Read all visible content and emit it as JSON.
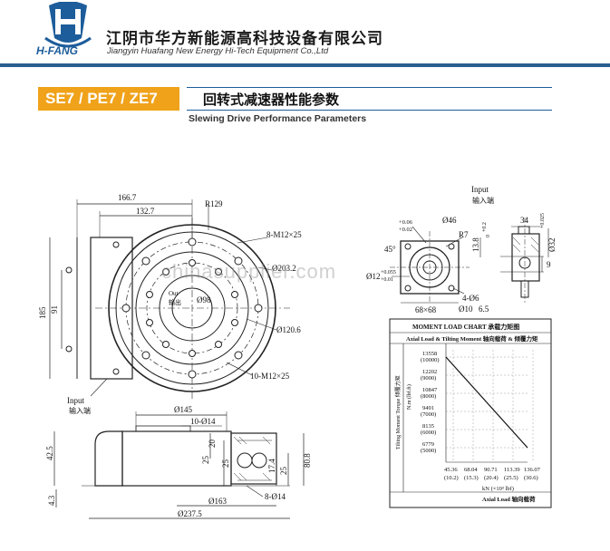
{
  "header": {
    "company_cn": "江阴市华方新能源高科技设备有限公司",
    "company_en": "Jiangyin Huafang New Energy Hi-Tech Equipment Co.,Ltd",
    "brand": "H-FANG",
    "rule_color": "#2a5f8f",
    "logo_color": "#1d5d9b"
  },
  "section": {
    "model_label": "SE7 / PE7 / ZE7",
    "model_bg": "#f0a21a",
    "title_cn": "回转式减速器性能参数",
    "title_en": "Slewing Drive Performance Parameters"
  },
  "front_view": {
    "dims": {
      "d166": "166.7",
      "d132": "132.7",
      "r129": "R129",
      "m8": "8-M12×25",
      "d203": "Ø203.2",
      "d98": "Ø98",
      "d120": "Ø120.6",
      "m10": "10-M12×25",
      "h91": "91",
      "h185": "185"
    },
    "input_en": "Input",
    "input_cn": "输入端",
    "inner_label_en": "Out",
    "inner_label_cn": "输出"
  },
  "section_view": {
    "dims": {
      "d145": "Ø145",
      "h10": "10-Ø14",
      "h20": "20",
      "h25": "25",
      "h25b": "25",
      "h174": "17.4",
      "h808": "80.8",
      "h425": "42.5",
      "h43": "4.3",
      "d163": "Ø163",
      "d8": "8-Ø14",
      "d2375": "Ø237.5"
    }
  },
  "shaft_view": {
    "input_en": "Input",
    "input_cn": "输入端",
    "dims": {
      "tol1": "+0.06",
      "tol2": "+0.02",
      "d46": "Ø46",
      "r7": "R7",
      "t02": "+0.2",
      "h138": "13.8",
      "t0": "0",
      "deg45": "45°",
      "d12": "Ø12",
      "tol3": "+0.055",
      "tol4": "+0.01",
      "sq68": "68×68",
      "d6": "4-Ø6",
      "d10": "Ø10",
      "h65": "6.5",
      "w34": "34",
      "t25": "+0.025",
      "d32": "Ø32",
      "h9": "9"
    }
  },
  "moment_chart": {
    "title": "MOMENT LOAD CHART 承载力矩图",
    "subtitle": "Axial Load & Tilting Moment 轴向载荷 & 倾覆力矩",
    "ylabel": "Tilting Moment Torque 倾覆力矩",
    "yunit": "N.m (lbf.ft)",
    "xlabel": "Axial Load 轴向载荷",
    "xunit": "kN (×10³ lbf)",
    "y_ticks": [
      {
        "v": "13558",
        "s": "(10000)"
      },
      {
        "v": "12202",
        "s": "(9000)"
      },
      {
        "v": "10847",
        "s": "(8000)"
      },
      {
        "v": "9491",
        "s": "(7000)"
      },
      {
        "v": "8135",
        "s": "(6000)"
      },
      {
        "v": "6779",
        "s": "(5000)"
      }
    ],
    "x_ticks": [
      {
        "v": "45.36",
        "s": "(10.2)"
      },
      {
        "v": "68.04",
        "s": "(15.3)"
      },
      {
        "v": "90.71",
        "s": "(20.4)"
      },
      {
        "v": "113.39",
        "s": "(25.5)"
      },
      {
        "v": "136.07",
        "s": "(30.6)"
      }
    ],
    "line_start": [
      0,
      13558
    ],
    "line_end": [
      136.07,
      6779
    ]
  },
  "watermark": "chinasupplier.com"
}
